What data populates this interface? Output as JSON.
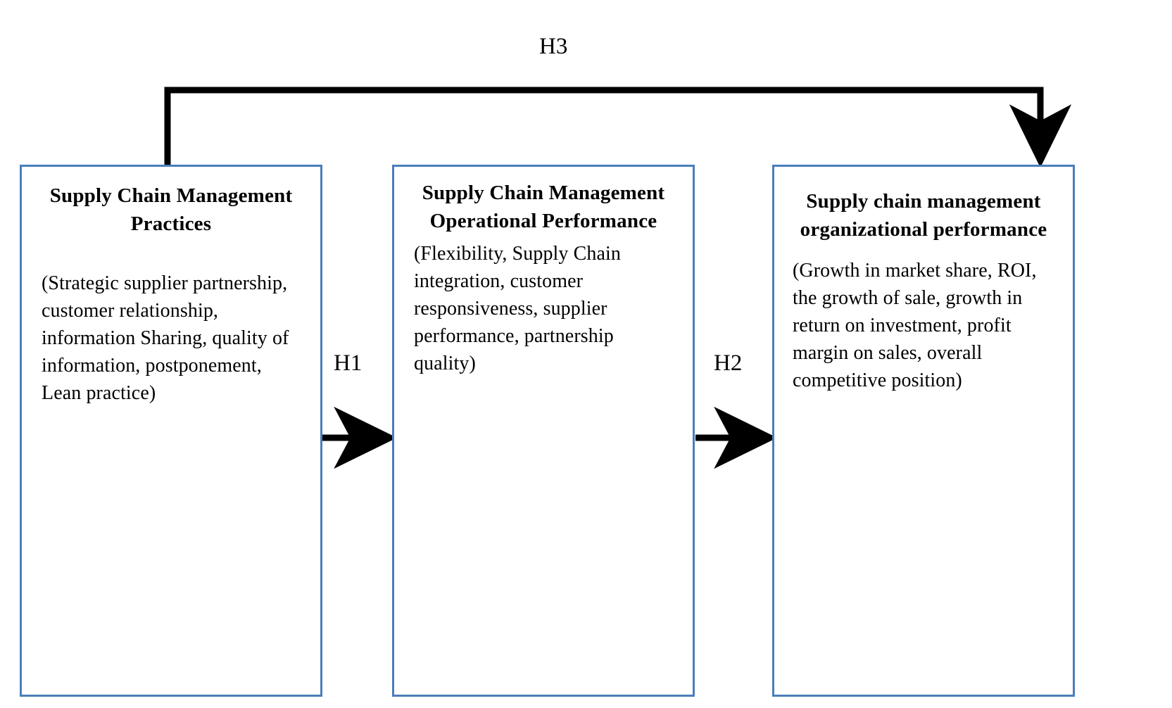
{
  "diagram": {
    "title_label": "H3",
    "nodes": [
      {
        "id": "scm-practices",
        "title": "Supply Chain Management Practices",
        "body": "(Strategic supplier partnership, customer relationship, information Sharing, quality of information, postponement, Lean practice)"
      },
      {
        "id": "scm-operational-performance",
        "title": "Supply Chain Management Operational Performance",
        "body": " (Flexibility, Supply Chain integration, customer responsiveness, supplier performance, partnership quality)"
      },
      {
        "id": "scm-organizational-performance",
        "title": "Supply chain management organizational performance",
        "body": "(Growth in market share, ROI, the growth of sale, growth in return on investment, profit margin on sales, overall competitive position)"
      }
    ],
    "connectors": [
      {
        "id": "h1",
        "label": "H1",
        "from": "scm-practices",
        "to": "scm-operational-performance"
      },
      {
        "id": "h2",
        "label": "H2",
        "from": "scm-operational-performance",
        "to": "scm-organizational-performance"
      },
      {
        "id": "h3",
        "label": "H3",
        "from": "scm-practices",
        "to": "scm-organizational-performance"
      }
    ],
    "colors": {
      "box_border": "#4A7EBB",
      "arrow": "#000000",
      "text": "#000000",
      "background": "#ffffff"
    }
  }
}
